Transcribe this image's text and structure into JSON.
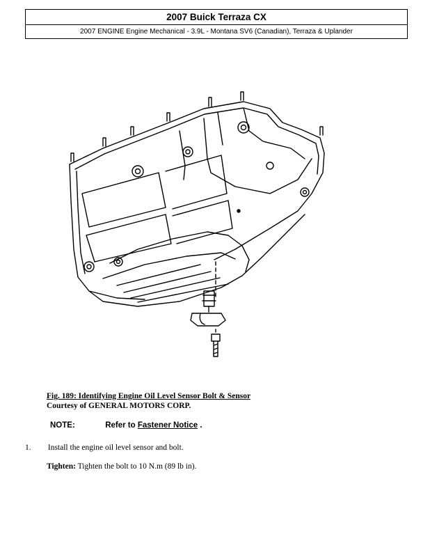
{
  "header": {
    "title": "2007 Buick Terraza CX",
    "subtitle": "2007 ENGINE Engine Mechanical - 3.9L - Montana SV6 (Canadian), Terraza & Uplander"
  },
  "figure": {
    "caption_title": "Fig. 189: Identifying Engine Oil Level Sensor Bolt & Sensor",
    "caption_credit": "Courtesy of GENERAL MOTORS CORP."
  },
  "note": {
    "label": "NOTE:",
    "prefix": "Refer to",
    "link": "Fastener Notice",
    "suffix": "."
  },
  "steps": [
    {
      "number": "1.",
      "text": "Install the engine oil level sensor and bolt."
    }
  ],
  "tighten": {
    "label": "Tighten:",
    "text": "Tighten the bolt to 10 N.m (89 lb in)."
  }
}
